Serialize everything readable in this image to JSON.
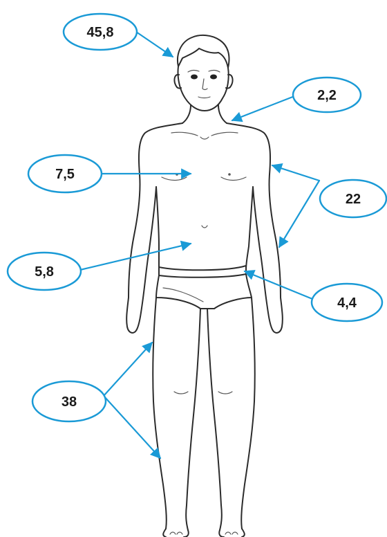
{
  "accent_color": "#1a9ad6",
  "callouts": [
    {
      "id": "head",
      "label": "45,8"
    },
    {
      "id": "neck",
      "label": "2,2"
    },
    {
      "id": "chest",
      "label": "7,5"
    },
    {
      "id": "arms",
      "label": "22"
    },
    {
      "id": "abdomen",
      "label": "5,8"
    },
    {
      "id": "pelvis",
      "label": "4,4"
    },
    {
      "id": "legs",
      "label": "38"
    }
  ]
}
